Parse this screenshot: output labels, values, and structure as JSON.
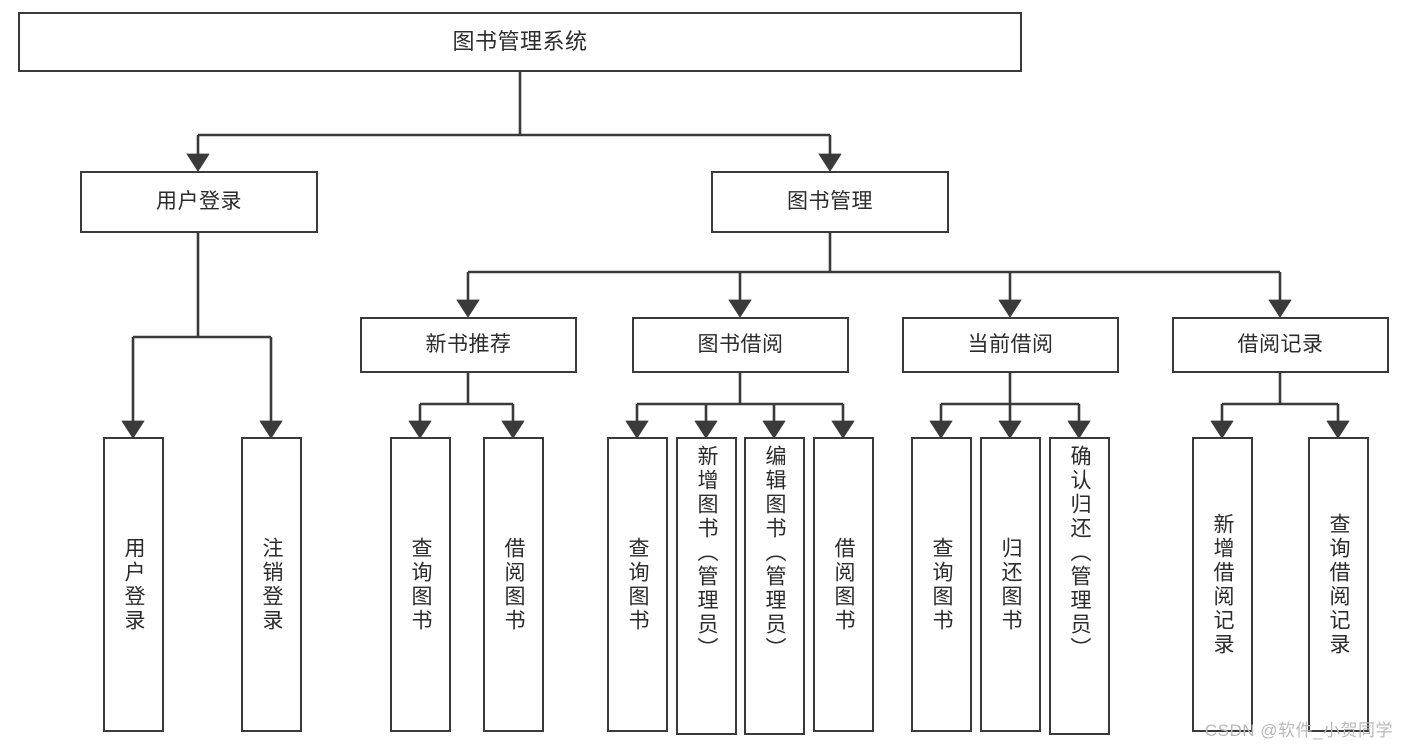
{
  "diagram": {
    "type": "hierarchy-tree",
    "title": "图书管理系统",
    "orientation": "top-down",
    "colors": {
      "box_border": "#3a3a3a",
      "box_fill": "#ffffff",
      "connector": "#3a3a3a",
      "text": "#2b2b2b",
      "watermark": "#b9b9b9"
    },
    "nodes": {
      "root": {
        "label": "图书管理系统",
        "level": 1
      },
      "user_login": {
        "label": "用户登录",
        "level": 2
      },
      "book_manage": {
        "label": "图书管理",
        "level": 2
      },
      "new_book_rec": {
        "label": "新书推荐",
        "level": 3
      },
      "book_borrow": {
        "label": "图书借阅",
        "level": 3
      },
      "current_borrow": {
        "label": "当前借阅",
        "level": 3
      },
      "borrow_record": {
        "label": "借阅记录",
        "level": 3
      },
      "leaf_user_login": {
        "label": "用户登录",
        "level": 4
      },
      "leaf_logout": {
        "label": "注销登录",
        "level": 4
      },
      "leaf_query_book_1": {
        "label": "查询图书",
        "level": 4
      },
      "leaf_borrow_book_1": {
        "label": "借阅图书",
        "level": 4
      },
      "leaf_query_book_2": {
        "label": "查询图书",
        "level": 4
      },
      "leaf_add_book": {
        "label": "新增图书（管理员）",
        "level": 4
      },
      "leaf_edit_book": {
        "label": "编辑图书（管理员）",
        "level": 4
      },
      "leaf_borrow_book_2": {
        "label": "借阅图书",
        "level": 4
      },
      "leaf_query_book_3": {
        "label": "查询图书",
        "level": 4
      },
      "leaf_return_book": {
        "label": "归还图书",
        "level": 4
      },
      "leaf_confirm_return": {
        "label": "确认归还（管理员）",
        "level": 4
      },
      "leaf_add_record": {
        "label": "新增借阅记录",
        "level": 4
      },
      "leaf_query_record": {
        "label": "查询借阅记录",
        "level": 4
      }
    },
    "edges": [
      {
        "from": "root",
        "to": "user_login"
      },
      {
        "from": "root",
        "to": "book_manage"
      },
      {
        "from": "user_login",
        "to": "leaf_user_login"
      },
      {
        "from": "user_login",
        "to": "leaf_logout"
      },
      {
        "from": "book_manage",
        "to": "new_book_rec"
      },
      {
        "from": "book_manage",
        "to": "book_borrow"
      },
      {
        "from": "book_manage",
        "to": "current_borrow"
      },
      {
        "from": "book_manage",
        "to": "borrow_record"
      },
      {
        "from": "new_book_rec",
        "to": "leaf_query_book_1"
      },
      {
        "from": "new_book_rec",
        "to": "leaf_borrow_book_1"
      },
      {
        "from": "book_borrow",
        "to": "leaf_query_book_2"
      },
      {
        "from": "book_borrow",
        "to": "leaf_add_book"
      },
      {
        "from": "book_borrow",
        "to": "leaf_edit_book"
      },
      {
        "from": "book_borrow",
        "to": "leaf_borrow_book_2"
      },
      {
        "from": "current_borrow",
        "to": "leaf_query_book_3"
      },
      {
        "from": "current_borrow",
        "to": "leaf_return_book"
      },
      {
        "from": "current_borrow",
        "to": "leaf_confirm_return"
      },
      {
        "from": "borrow_record",
        "to": "leaf_add_record"
      },
      {
        "from": "borrow_record",
        "to": "leaf_query_record"
      }
    ]
  },
  "watermark": {
    "text": "CSDN @软件_小贺同学"
  }
}
